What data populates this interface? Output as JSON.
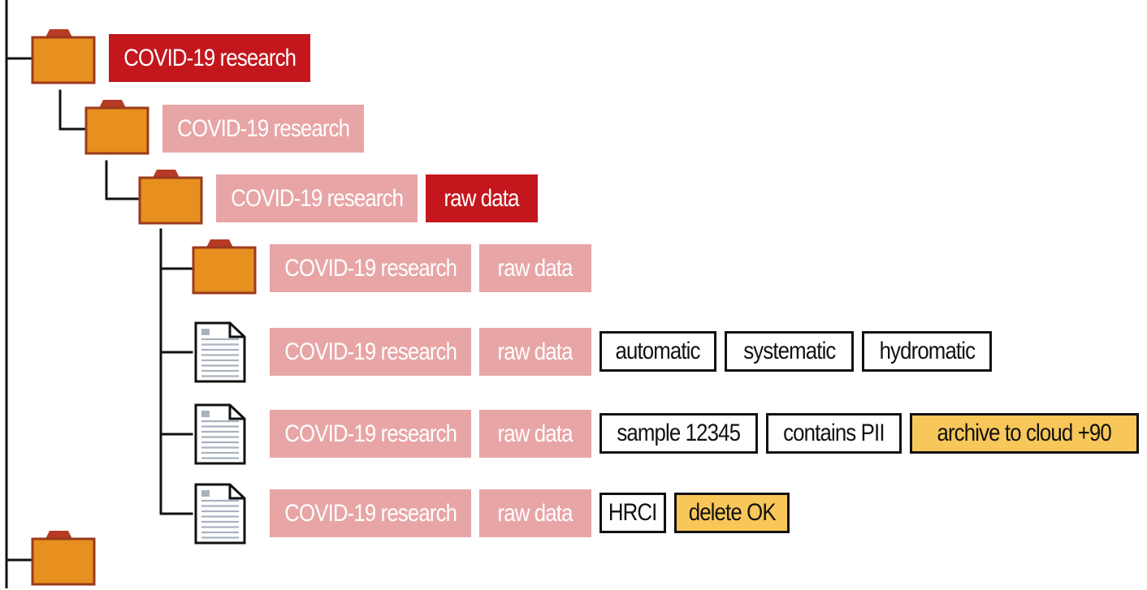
{
  "colors": {
    "tree_line": "#111111",
    "folder_body": "#e7901f",
    "folder_border": "#9b3a1c",
    "folder_tab": "#b53b24",
    "tag_dark": "#c3161d",
    "tag_light": "#e8a5a6",
    "tag_gold": "#f8c75a"
  },
  "nodes": [
    {
      "type": "folder",
      "icon": "folder-icon",
      "tags": [
        {
          "text": "COVID-19 research",
          "style": "dark"
        }
      ]
    },
    {
      "type": "folder",
      "icon": "folder-icon",
      "tags": [
        {
          "text": "COVID-19 research",
          "style": "light"
        }
      ]
    },
    {
      "type": "folder",
      "icon": "folder-icon",
      "tags": [
        {
          "text": "COVID-19 research",
          "style": "light"
        },
        {
          "text": "raw data",
          "style": "dark"
        }
      ]
    },
    {
      "type": "folder",
      "icon": "folder-icon",
      "tags": [
        {
          "text": "COVID-19 research",
          "style": "light"
        },
        {
          "text": "raw data",
          "style": "light"
        }
      ]
    },
    {
      "type": "file",
      "icon": "document-icon",
      "tags": [
        {
          "text": "COVID-19 research",
          "style": "light"
        },
        {
          "text": "raw data",
          "style": "light"
        },
        {
          "text": "automatic",
          "style": "outline"
        },
        {
          "text": "systematic",
          "style": "outline"
        },
        {
          "text": "hydromatic",
          "style": "outline"
        }
      ]
    },
    {
      "type": "file",
      "icon": "document-icon",
      "tags": [
        {
          "text": "COVID-19 research",
          "style": "light"
        },
        {
          "text": "raw data",
          "style": "light"
        },
        {
          "text": "sample 12345",
          "style": "outline"
        },
        {
          "text": "contains PII",
          "style": "outline"
        },
        {
          "text": "archive to cloud +90",
          "style": "gold"
        }
      ]
    },
    {
      "type": "file",
      "icon": "document-icon",
      "tags": [
        {
          "text": "COVID-19 research",
          "style": "light"
        },
        {
          "text": "raw data",
          "style": "light"
        },
        {
          "text": "HRCI",
          "style": "outline"
        },
        {
          "text": "delete OK",
          "style": "gold"
        }
      ]
    },
    {
      "type": "folder",
      "icon": "folder-icon",
      "tags": []
    }
  ]
}
